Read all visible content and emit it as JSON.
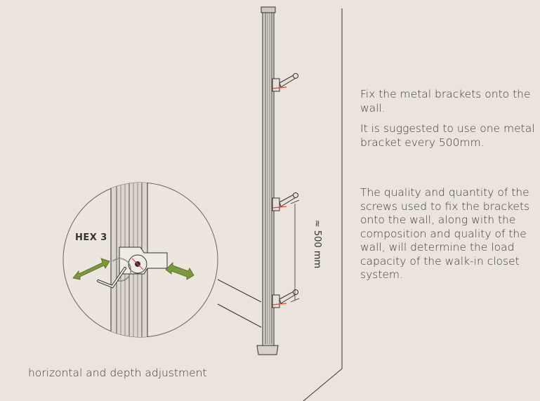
{
  "instructions": {
    "paragraph_1": "Fix the metal brackets onto the wall.",
    "paragraph_2": "It is suggested to use one metal bracket every 500mm.",
    "paragraph_3": "The quality and quantity of the screws used to fix the brackets onto the wall, along with the composition and quality of the wall, will determine the load capacity of the walk-in closet system."
  },
  "detail": {
    "tool_label": "HEX 3",
    "caption": "horizontal and depth adjustment"
  },
  "dimension": {
    "spacing_label": "≈ 500 mm"
  },
  "colors": {
    "background": "#ebe4dc",
    "line": "#333333",
    "arrow": "#7d9a3a",
    "marker": "#e0403a"
  }
}
